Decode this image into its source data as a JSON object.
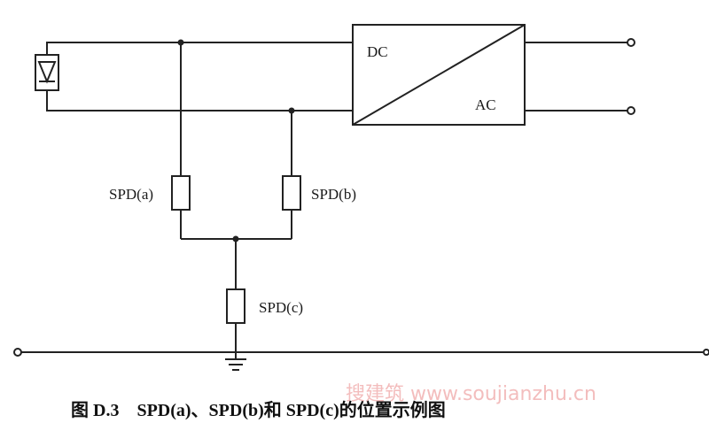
{
  "diagram": {
    "inverter": {
      "dc_label": "DC",
      "ac_label": "AC"
    },
    "spd_a": "SPD(a)",
    "spd_b": "SPD(b)",
    "spd_c": "SPD(c)"
  },
  "caption": "图 D.3　SPD(a)、SPD(b)和 SPD(c)的位置示例图",
  "watermark": "搜建筑 www.soujianzhu.cn"
}
